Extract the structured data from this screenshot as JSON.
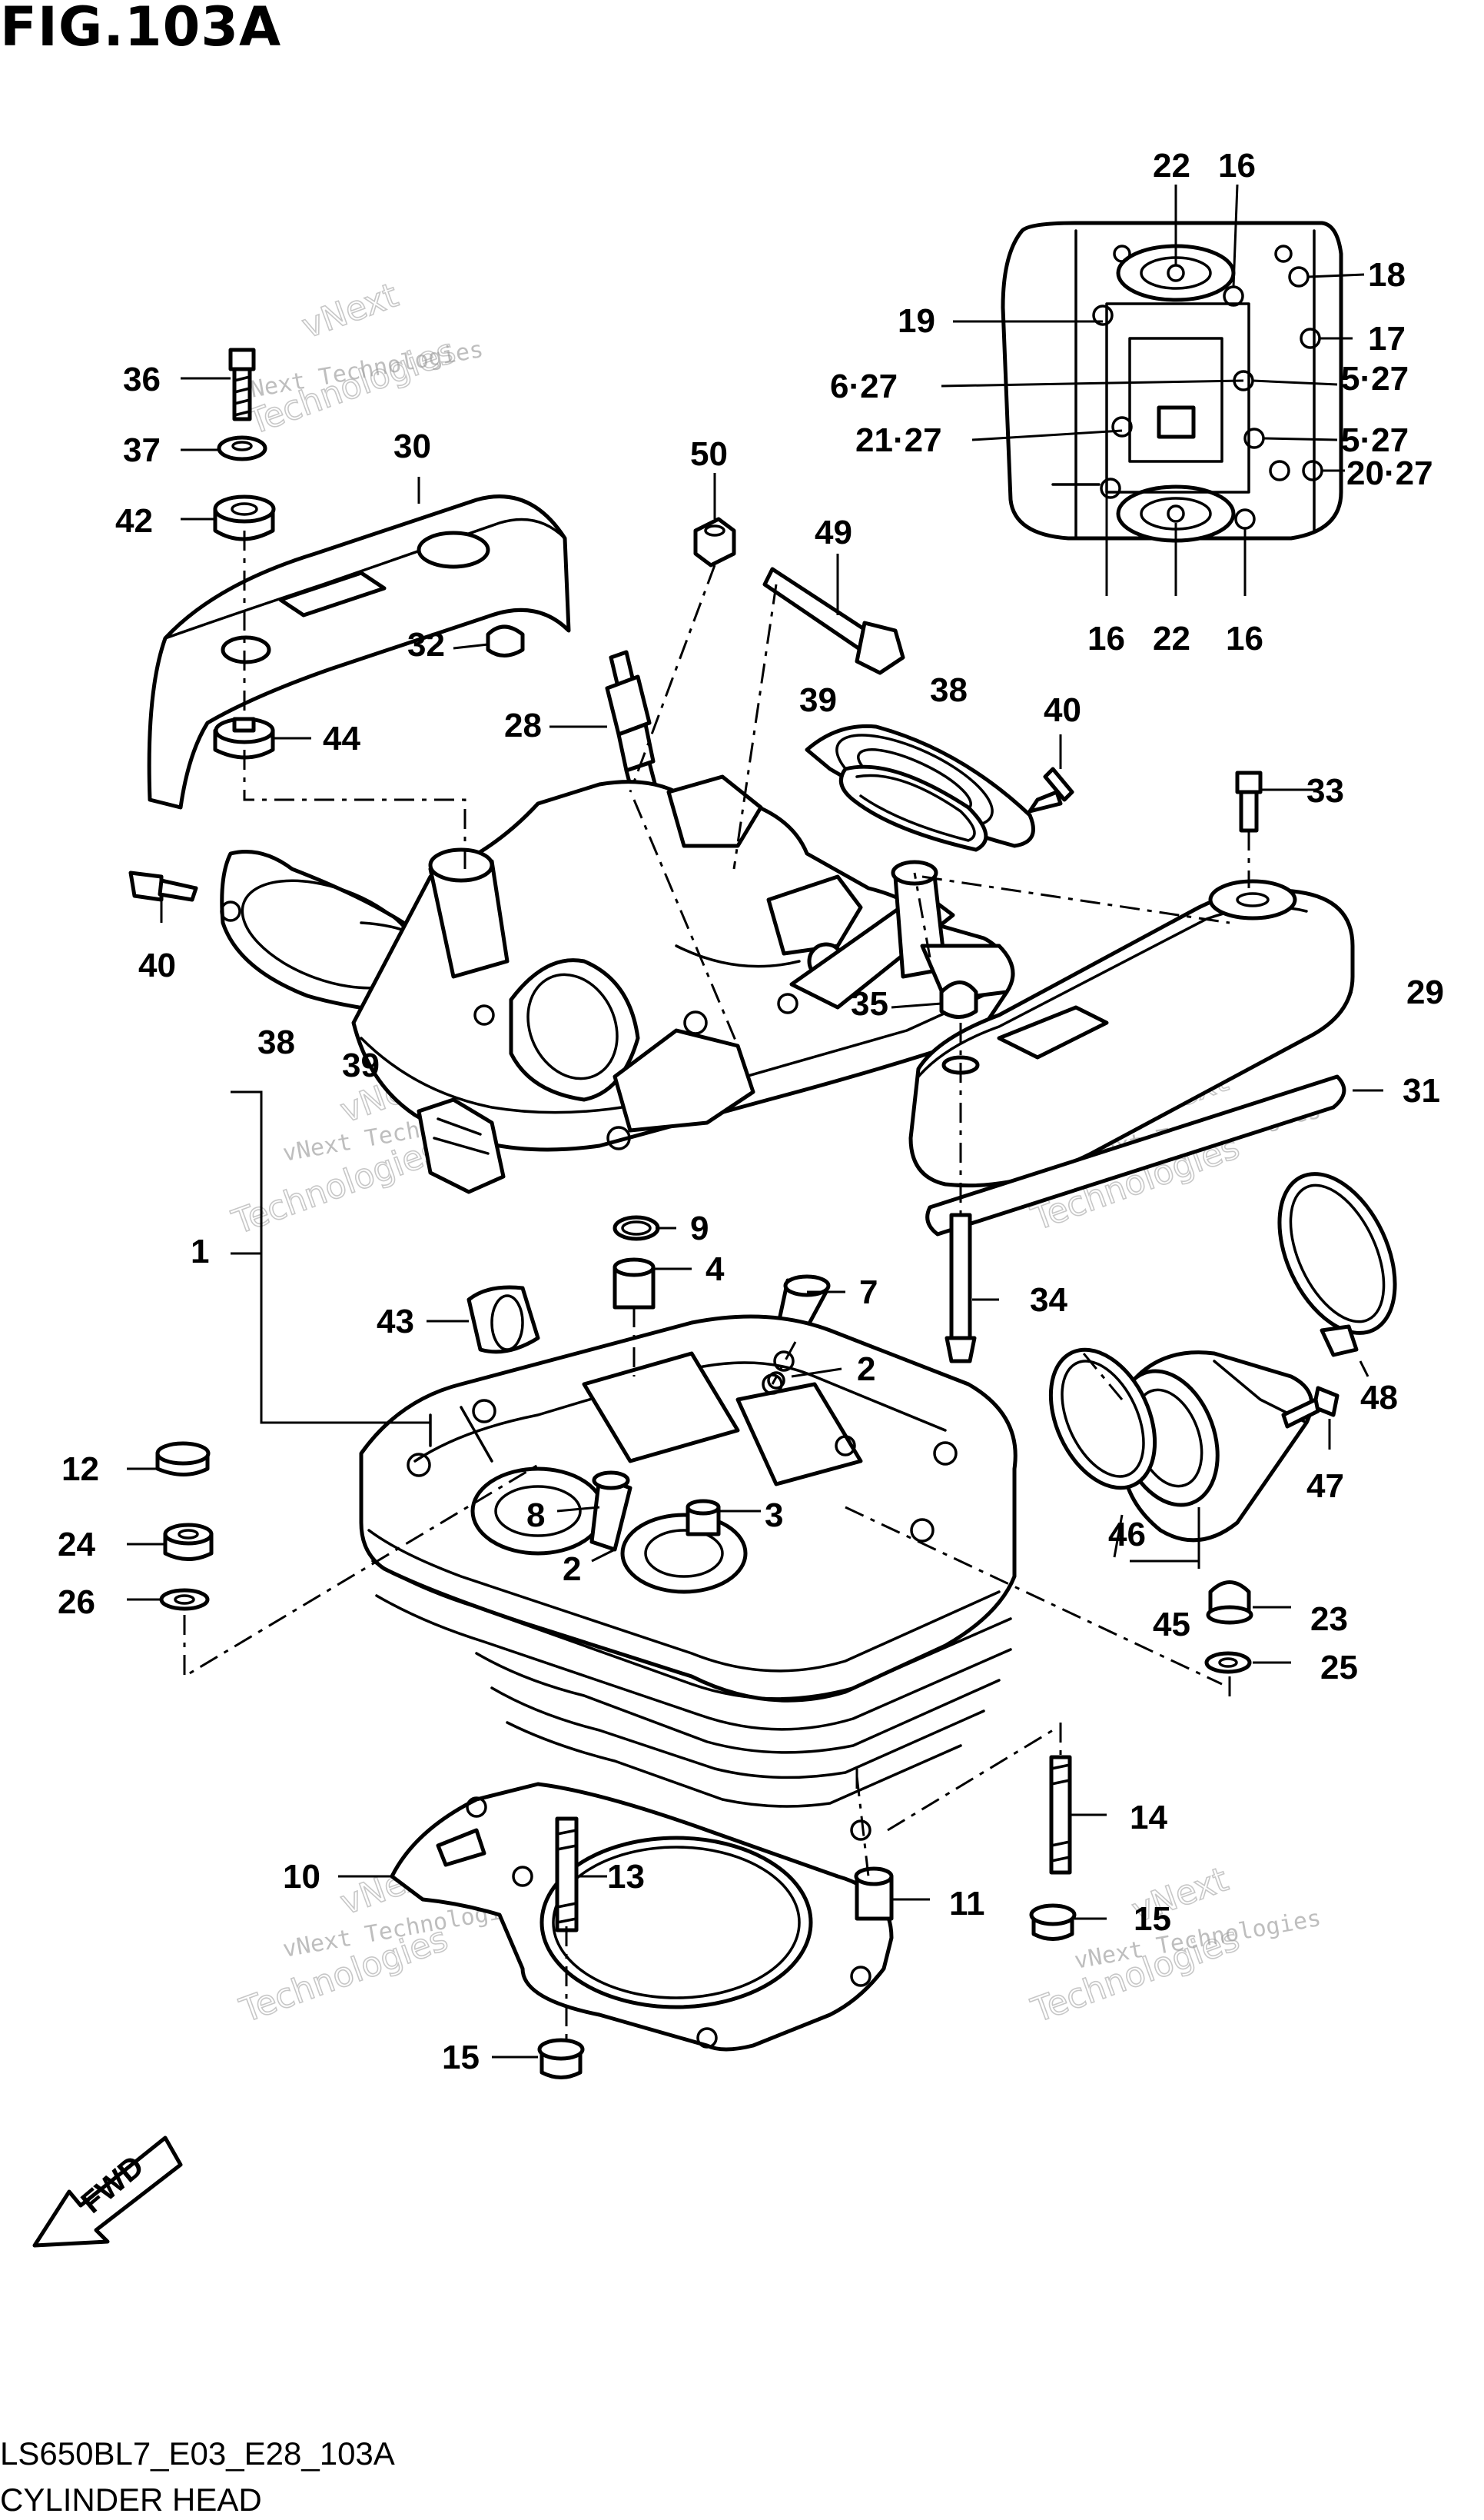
{
  "figure_title": "FIG.103A",
  "diagram_code": "LS650BL7_E03_E28_103A",
  "diagram_name": "CYLINDER HEAD",
  "fwd_label": "FWD",
  "watermark": {
    "line1": "vNext Technologies",
    "line2": "vNext",
    "line3": "Technologies"
  },
  "callouts": [
    "22",
    "16",
    "18",
    "19",
    "17",
    "6·27",
    "5·27",
    "21·27",
    "5·27",
    "20·27",
    "16",
    "22",
    "16",
    "36",
    "30",
    "37",
    "42",
    "50",
    "49",
    "32",
    "39",
    "38",
    "40",
    "28",
    "44",
    "33",
    "40",
    "35",
    "29",
    "38",
    "39",
    "31",
    "1",
    "9",
    "4",
    "7",
    "34",
    "43",
    "2",
    "48",
    "12",
    "8",
    "3",
    "47",
    "24",
    "2",
    "46",
    "26",
    "45",
    "23",
    "25",
    "14",
    "10",
    "13",
    "11",
    "15",
    "15"
  ]
}
